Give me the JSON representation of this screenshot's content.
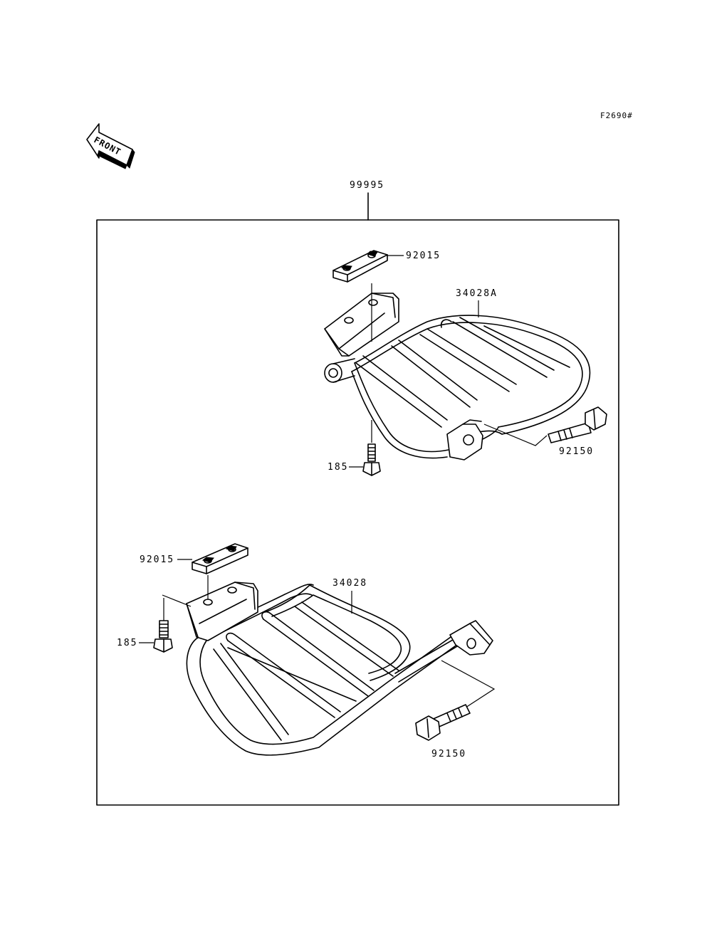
{
  "diagram_code": "F2690#",
  "front_label": "FRONT",
  "assembly_label": "99995",
  "colors": {
    "line": "#000000",
    "background": "#ffffff"
  },
  "upper_assembly": {
    "cover": "92015",
    "carrier": "34028A",
    "bolt": "92150",
    "small_bolt": "185"
  },
  "lower_assembly": {
    "cover": "92015",
    "carrier": "34028",
    "bolt": "92150",
    "small_bolt": "185"
  }
}
